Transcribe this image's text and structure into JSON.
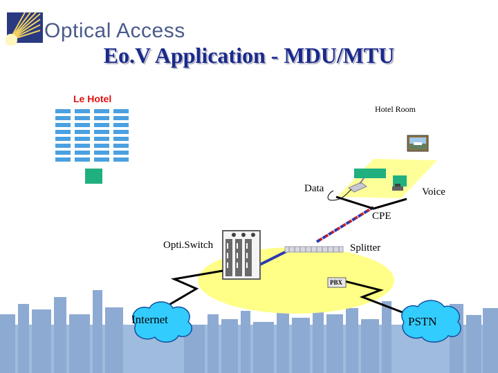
{
  "header": {
    "logo_text": "Optical Access",
    "title": "Eo.V Application - MDU/MTU"
  },
  "diagram": {
    "hotel_label": "Le Hotel",
    "hotel_room_label": "Hotel Room",
    "data_label": "Data",
    "voice_label": "Voice",
    "cpe_label": "CPE",
    "optiswitch_label": "Opti.Switch",
    "splitter_label": "Splitter",
    "pbx_label": "PBX",
    "internet_label": "Internet",
    "pstn_label": "PSTN"
  },
  "colors": {
    "title": "#1a2a8c",
    "hotel_label": "#e01010",
    "windows": "#4aa0e0",
    "door": "#20b080",
    "floor": "#ffff88",
    "cloud": "#33ccff",
    "cable_red": "#d02020",
    "cable_blue": "#2a3ab0",
    "skyline": "#6a8fc0"
  }
}
